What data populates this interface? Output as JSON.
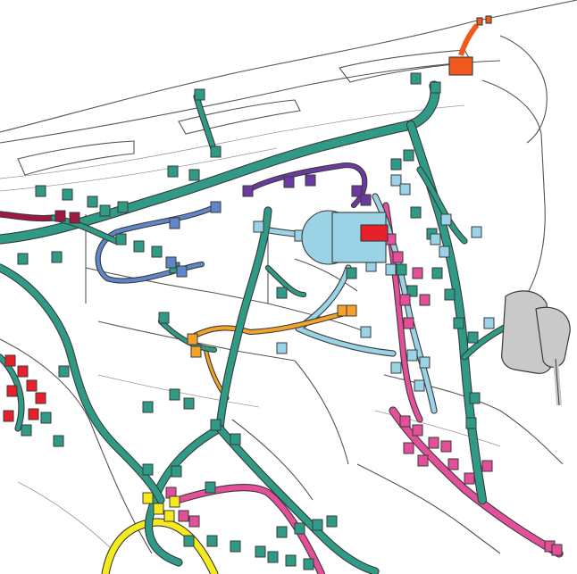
{
  "diagram": {
    "colors": {
      "background": "#ffffff",
      "outline": "#3a3a3a",
      "dashboard_line": "#9a9a9a",
      "main_harness": "#2f9a86",
      "main_harness_dark": "#1f6f60",
      "light_blue_harness": "#9ad3e6",
      "blue_harness": "#5f86c8",
      "purple_harness": "#6a3aa0",
      "orange_harness": "#f2a12a",
      "pink_harness": "#e34f98",
      "red_connector": "#e8202a",
      "dark_red_harness": "#a01840",
      "yellow_harness": "#f6ea1f",
      "grey_duct": "#c9c9c9",
      "orange_red_connector": "#f05a1e"
    },
    "harness_groups": [
      "main_harness",
      "light_blue_harness",
      "blue_harness",
      "purple_harness",
      "orange_harness",
      "pink_harness",
      "yellow_harness",
      "grey_duct"
    ]
  }
}
